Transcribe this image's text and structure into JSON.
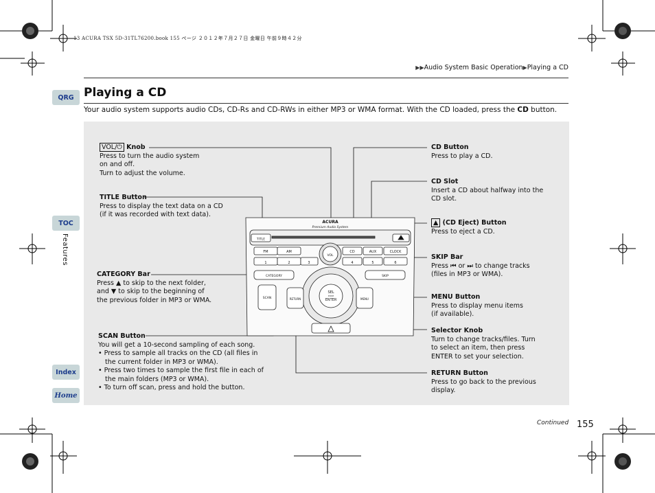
{
  "header_line": "13 ACURA TSX 5D-31TL76200.book  155 ページ  ２０１２年７月２７日  金曜日  午前９時４２分",
  "breadcrumb": {
    "prefix": "▶▶",
    "section": "Audio System Basic Operation",
    "sep": "▶",
    "current": "Playing a CD"
  },
  "nav": {
    "qrg": "QRG",
    "toc": "TOC",
    "side_label": "Features",
    "index": "Index",
    "home": "Home"
  },
  "title": "Playing a CD",
  "intro": {
    "before": "Your audio system supports audio CDs, CD-Rs and CD-RWs in either MP3 or WMA format. With the CD loaded, press the ",
    "bold": "CD",
    "after": " button."
  },
  "labels": {
    "vol_knob": {
      "boxed": "VOL/⏻",
      "title": "Knob",
      "lines": [
        "Press to turn the audio system",
        "on and off.",
        "Turn to adjust the volume."
      ]
    },
    "title_button": {
      "title": "TITLE Button",
      "lines": [
        "Press to display the text data on a CD",
        "(if it was recorded with text data)."
      ]
    },
    "category_bar": {
      "title": "CATEGORY Bar",
      "lines": [
        "Press ▲ to skip to the next folder,",
        "and ▼ to skip to the beginning of",
        "the previous folder in MP3 or WMA."
      ]
    },
    "scan_button": {
      "title": "SCAN Button",
      "lines": [
        "You will get a 10-second sampling of each song."
      ],
      "bullets": [
        "Press to sample all tracks on the CD (all files in the current folder in MP3 or WMA).",
        "Press two times to sample the first file in each of the main folders (MP3 or WMA).",
        "To turn off scan, press and hold the button."
      ]
    },
    "cd_button": {
      "title": "CD Button",
      "lines": [
        "Press to play a CD."
      ]
    },
    "cd_slot": {
      "title": "CD Slot",
      "lines": [
        "Insert a CD about halfway into the",
        "CD slot."
      ]
    },
    "cd_eject": {
      "title": "(CD Eject) Button",
      "lines": [
        "Press to eject a CD."
      ]
    },
    "skip_bar": {
      "title": "SKIP Bar",
      "line1_a": "Press ",
      "line1_b": " or ",
      "line1_c": " to change tracks",
      "line2": "(files in MP3 or WMA)."
    },
    "menu_button": {
      "title": "MENU Button",
      "lines": [
        "Press to display menu items",
        "(if available)."
      ]
    },
    "selector_knob": {
      "title": "Selector Knob",
      "lines": [
        "Turn to change tracks/files. Turn",
        "to select an item, then press",
        "ENTER to set your selection."
      ]
    },
    "return_button": {
      "title": "RETURN Button",
      "lines": [
        "Press to go back to the previous",
        "display."
      ]
    }
  },
  "unit": {
    "brand": "ACURA",
    "brand_sub": "Premium Audio System",
    "buttons": [
      "FM",
      "AM",
      "CD",
      "AUX",
      "CLOCK"
    ],
    "presets": [
      "1",
      "2",
      "3",
      "4",
      "5",
      "6"
    ],
    "title_btn": "TITLE",
    "category": "CATEGORY",
    "skip": "SKIP",
    "scan": "SCAN",
    "return": "RETURN",
    "menu": "MENU",
    "vol": "VOL",
    "sel": "SEL",
    "push": "PUSH",
    "enter": "ENTER"
  },
  "footer": {
    "continued": "Continued",
    "page": "155"
  }
}
